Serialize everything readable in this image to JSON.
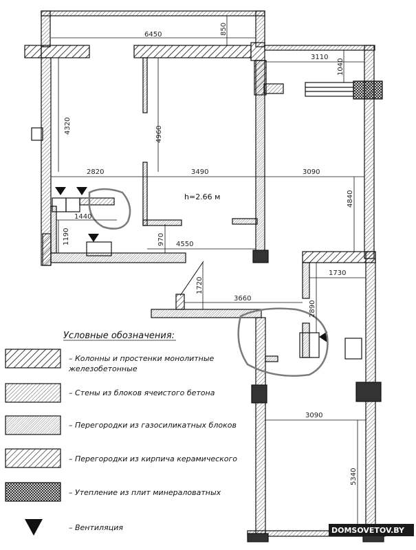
{
  "plan": {
    "height_label": "h=2.66 м",
    "dimensions": {
      "d6450": "6450",
      "d850": "850",
      "d3110": "3110",
      "d1040": "1040",
      "d4320": "4320",
      "d4960": "4960",
      "d2820": "2820",
      "d3490": "3490",
      "d3090a": "3090",
      "d4840": "4840",
      "d1440": "1440",
      "d1190": "1190",
      "d970": "970",
      "d4550": "4550",
      "d1730": "1730",
      "d1720": "1720",
      "d3660": "3660",
      "d2890": "2890",
      "d3090b": "3090",
      "d5340": "5340"
    }
  },
  "legend": {
    "title": "Условные обозначения:",
    "items": [
      {
        "pattern": "monolithic",
        "text": [
          "– Колонны и простенки монолитные",
          "железобетонные"
        ]
      },
      {
        "pattern": "aerated",
        "text": [
          "– Стены из блоков ячеистого бетона"
        ]
      },
      {
        "pattern": "silicate",
        "text": [
          "– Перегородки из газосиликатных блоков"
        ]
      },
      {
        "pattern": "brick",
        "text": [
          "– Перегородки из кирпича керамического"
        ]
      },
      {
        "pattern": "insulation",
        "text": [
          "– Утепление из плит минераловатных"
        ]
      },
      {
        "pattern": "vent",
        "text": [
          "– Вентиляция"
        ]
      }
    ]
  },
  "watermark": "DOMSOVETOV.BY",
  "colors": {
    "line": "#111111",
    "highlight": "#7a7a7a",
    "watermark_bg": "#1a1a1a"
  }
}
